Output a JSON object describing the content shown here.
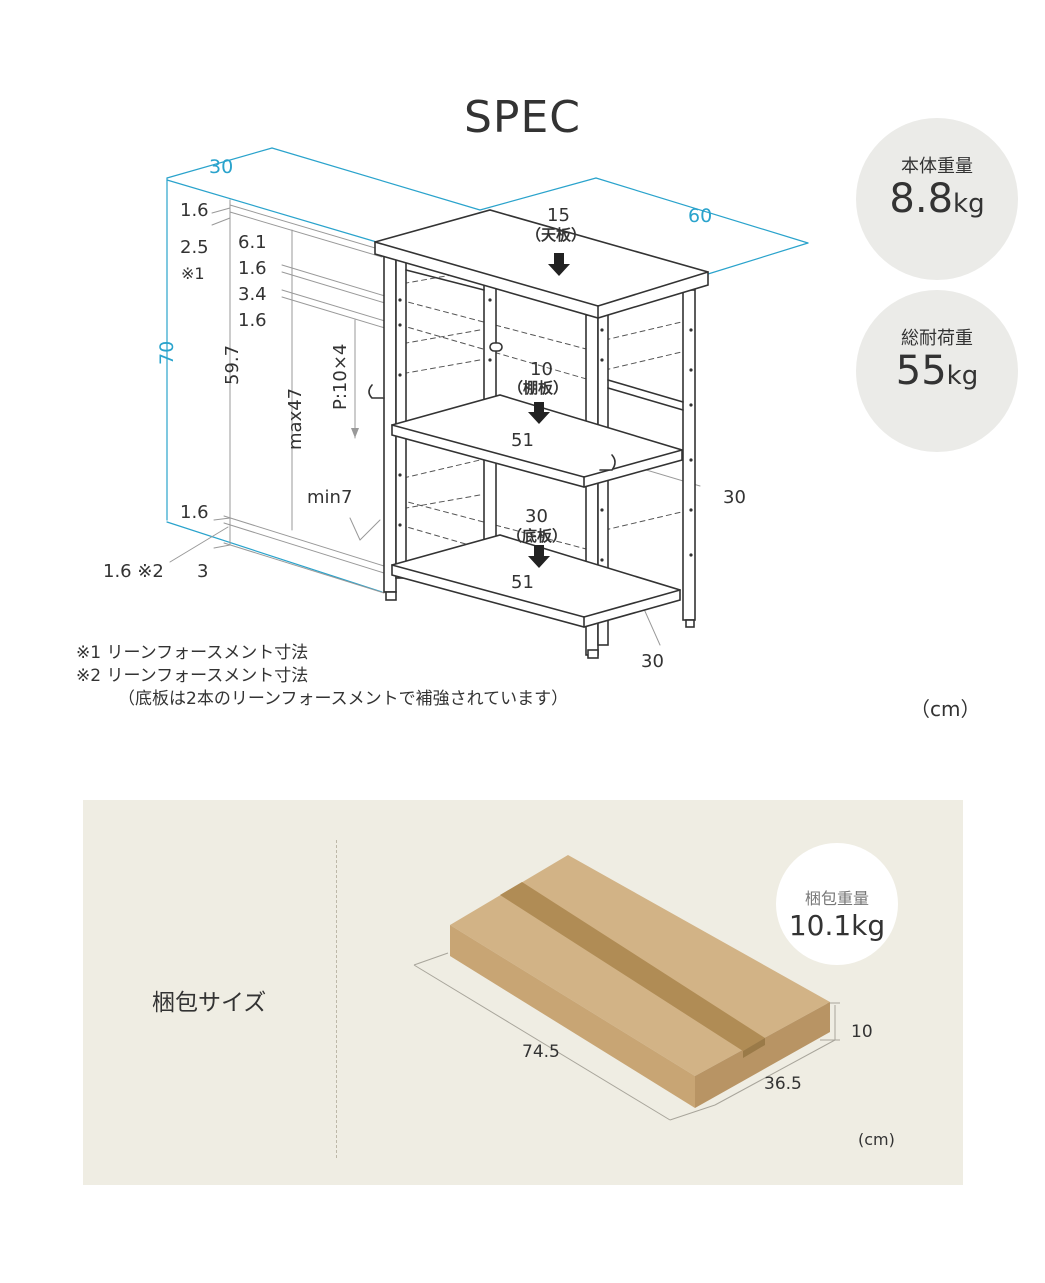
{
  "title": "SPEC",
  "badges": {
    "body_weight": {
      "label": "本体重量",
      "value": "8.8",
      "unit": "kg"
    },
    "load_capacity": {
      "label": "総耐荷重",
      "value": "55",
      "unit": "kg"
    }
  },
  "dimensions": {
    "depth": "30",
    "width": "60",
    "height": "70",
    "top_thickness": "15",
    "top_name": "（天板）",
    "shelf_thickness": "10",
    "shelf_name": "（棚板）",
    "bottom_thickness": "30",
    "bottom_name": "（底板）",
    "shelf_width": "51",
    "bottom_width": "51",
    "shelf_depth": "30",
    "bottom_depth": "30",
    "inner_height": "59.7",
    "max_height": "max47",
    "pitch": "P:10×4",
    "min_height": "min7",
    "d_1_6_a": "1.6",
    "d_2_5": "2.5",
    "note_mark_1": "※1",
    "d_6_1": "6.1",
    "d_1_6_b": "1.6",
    "d_3_4": "3.4",
    "d_1_6_c": "1.6",
    "d_1_6_d": "1.6",
    "d_1_6_e": "1.6 ※2",
    "d_3": "3"
  },
  "notes": [
    "※1  リーンフォースメント寸法",
    "※2  リーンフォースメント寸法",
    "（底板は2本のリーンフォースメントで補強されています）"
  ],
  "unit_main": "（cm）",
  "package": {
    "label": "梱包サイズ",
    "weight_label": "梱包重量",
    "weight_value": "10.1kg",
    "length": "74.5",
    "width": "36.5",
    "height": "10",
    "unit": "(cm)"
  },
  "colors": {
    "accent_blue": "#2aa3cc",
    "badge_bg": "#ebebe8",
    "panel_bg": "#efede3",
    "box_side": "#c8a574",
    "box_top": "#d2b386"
  }
}
